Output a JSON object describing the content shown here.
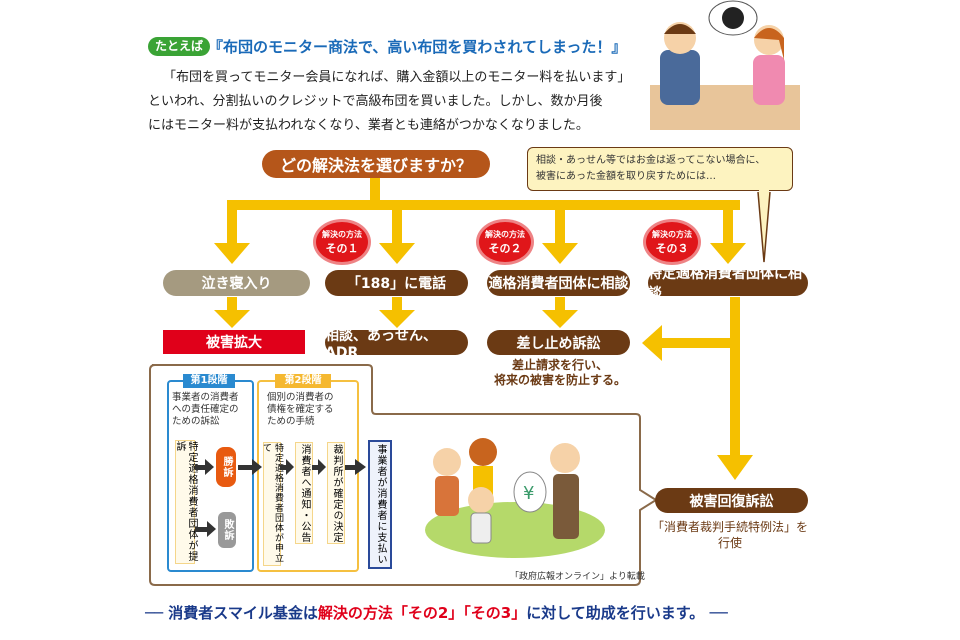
{
  "example": {
    "tag": "たとえば",
    "title": "『布団のモニター商法で、高い布団を買わされてしまった！』",
    "lines": [
      "「布団を買ってモニター会員になれば、購入金額以上のモニター料を払います」",
      "といわれ、分割払いのクレジットで高級布団を買いました。しかし、数か月後",
      "にはモニター料が支払われなくなり、業者とも連絡がつかなくなりました。"
    ]
  },
  "question": "どの解決法を選びますか？",
  "callout": [
    "相談・あっせん等ではお金は返ってこない場合に、",
    "被害にあった金額を取り戻すためには…"
  ],
  "badges": [
    {
      "top": "解決の方法",
      "bottom": "その１"
    },
    {
      "top": "解決の方法",
      "bottom": "その２"
    },
    {
      "top": "解決の方法",
      "bottom": "その３"
    }
  ],
  "options": [
    "泣き寝入り",
    "「188」に電話",
    "適格消費者団体に相談",
    "特定適格消費者団体に相談"
  ],
  "results": [
    "被害拡大",
    "相談、あっせん、ADR",
    "差し止め訴訟"
  ],
  "injunction_note": [
    "差止請求を行い、",
    "将来の被害を防止する。"
  ],
  "recovery": {
    "label": "被害回復訴訟",
    "note": [
      "「消費者裁判手続特例法」を",
      "行使"
    ]
  },
  "stage1": {
    "label": "第1段階",
    "desc": [
      "事業者の消費者",
      "への責任確定の",
      "ための訴訟"
    ],
    "filer": "特定適格消費者団体が提訴",
    "win": "勝訴",
    "lose": "敗訴"
  },
  "stage2": {
    "label": "第2段階",
    "desc": [
      "個別の消費者の",
      "債権を確定する",
      "ための手続"
    ],
    "steps": [
      "特定適格消費者団体が申立て",
      "消費者へ通知・公告",
      "裁判所が確定の決定"
    ]
  },
  "final_step": "事業者が消費者に支払い",
  "credit": "「政府広報オンライン」より転載",
  "footer": {
    "part1": "消費者スマイル基金は",
    "part2": "解決の方法「その2」「その3」",
    "part3": "に対して助成を行います。"
  },
  "colors": {
    "yellow": "#f5c000",
    "brown": "#6b3a14",
    "orange": "#b5561a",
    "red": "#e0001a",
    "blue": "#1a5fb4",
    "green": "#3aa335"
  }
}
